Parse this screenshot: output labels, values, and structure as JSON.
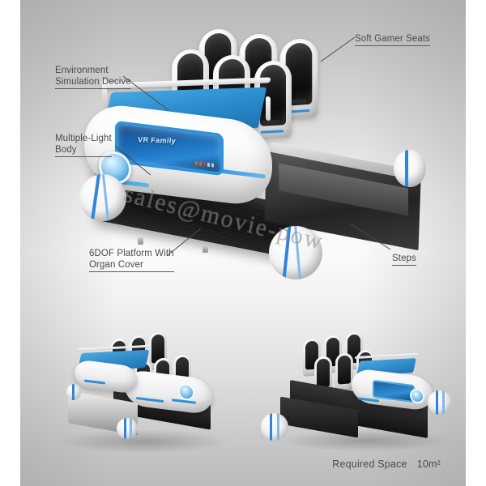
{
  "meta": {
    "product_name": "VR Family",
    "background_gradient_top": "#b9b9b9",
    "background_gradient_mid": "#fbfbfb",
    "background_gradient_bottom": "#bcbcbc",
    "accent_blue": "#2f8fd6",
    "accent_blue_dark": "#1d74b3",
    "seat_black": "#111111",
    "body_white": "#ffffff",
    "label_color": "#4a4a4a"
  },
  "callouts": [
    {
      "id": "environment-simulation-device",
      "text": "Environment\nSimulation Decive"
    },
    {
      "id": "soft-gamer-seats",
      "text": "Soft Gamer Seats"
    },
    {
      "id": "multiple-light-body",
      "text": "Multiple-Light\nBody"
    },
    {
      "id": "6dof-platform",
      "text": "6DOF Platform With\nOrgan Cover"
    },
    {
      "id": "steps",
      "text": "Steps"
    }
  ],
  "hero": {
    "brand_text": "VR Family",
    "seat_count": 6,
    "led_colors": [
      "#e2621f",
      "#e2621f",
      "#d23a1a",
      "#c9c9c9",
      "#c9c9c9"
    ]
  },
  "thumbnails": [
    {
      "id": "thumbnail-rear-view",
      "view": "rear-three-quarter"
    },
    {
      "id": "thumbnail-front-view",
      "view": "front-three-quarter"
    }
  ],
  "watermark": {
    "text": "sales@movie-pow"
  },
  "spec": {
    "label": "Required Space",
    "value": "10m²"
  }
}
